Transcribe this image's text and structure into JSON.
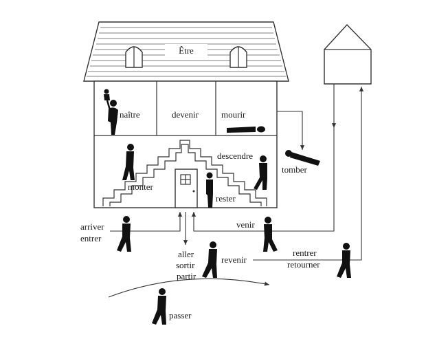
{
  "house": {
    "roof_label": "Être",
    "rooms": {
      "naitre": "naître",
      "devenir": "devenir",
      "mourir": "mourir",
      "monter": "monter",
      "descendre": "descendre",
      "rester": "rester"
    }
  },
  "verbs": {
    "tomber": "tomber",
    "arriver": "arriver",
    "entrer": "entrer",
    "venir": "venir",
    "aller": "aller",
    "sortir": "sortir",
    "partir": "partir",
    "revenir": "revenir",
    "rentrer": "rentrer",
    "retourner": "retourner",
    "passer": "passer"
  },
  "colors": {
    "ink": "#111111",
    "line": "#333333",
    "background": "#ffffff"
  }
}
